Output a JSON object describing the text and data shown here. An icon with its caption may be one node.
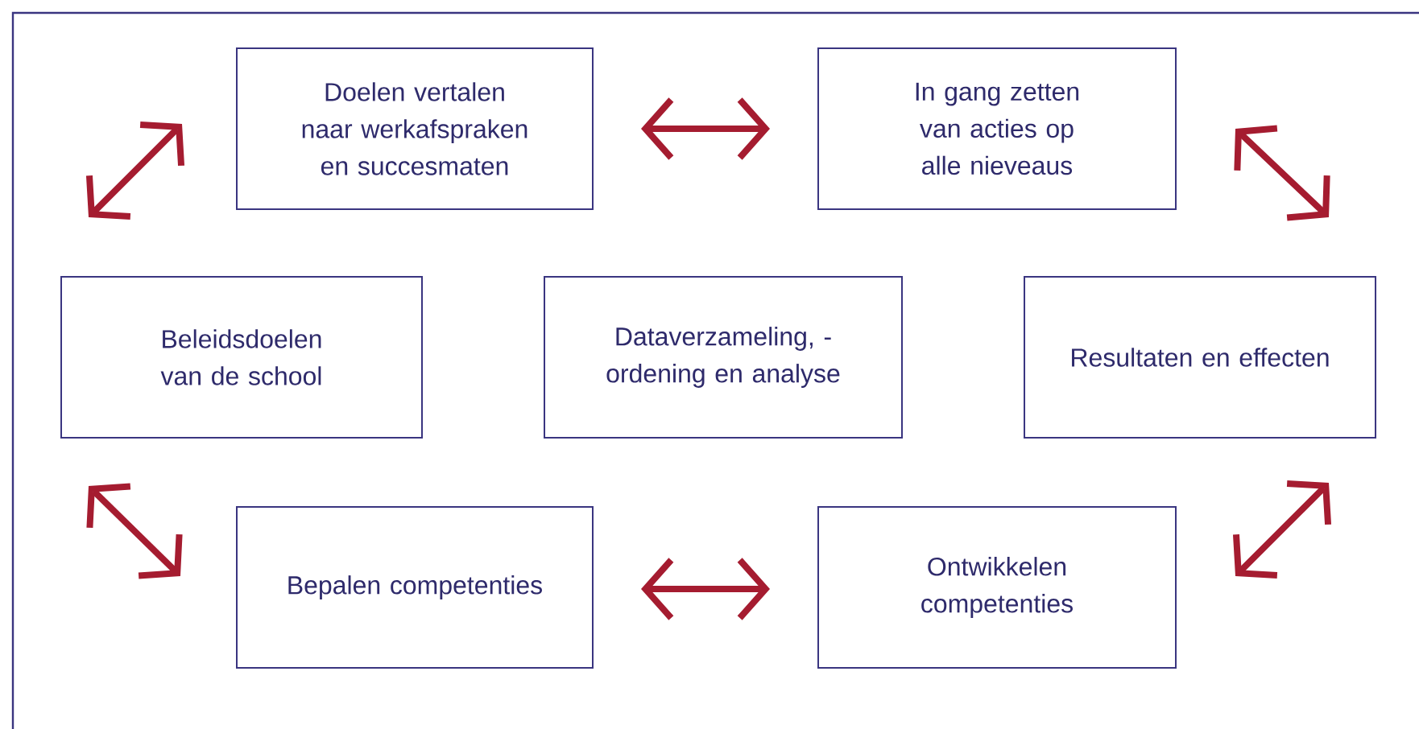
{
  "diagram": {
    "nodes": [
      {
        "text": [
          "Doelen vertalen naar werkafspraken en succesmaten"
        ]
      },
      {
        "text": [
          "In gang zetten van acties op alle nieveaus"
        ]
      },
      {
        "text": [
          "Beleidsdoelen van de school"
        ]
      },
      {
        "text": [
          "Dataverzameling, -ordening en analyse"
        ]
      },
      {
        "text": [
          "Resultaten en effecten"
        ]
      },
      {
        "text": [
          "Bepalen competenties"
        ]
      },
      {
        "text": [
          "Ontwikkelen competenties"
        ]
      }
    ],
    "edges": [
      {
        "from": 0,
        "to": 1,
        "arrow": "both"
      },
      {
        "from": 1,
        "to": 4,
        "arrow": "both"
      },
      {
        "from": 4,
        "to": 6,
        "arrow": "both"
      },
      {
        "from": 6,
        "to": 5,
        "arrow": "both"
      },
      {
        "from": 5,
        "to": 2,
        "arrow": "both"
      },
      {
        "from": 2,
        "to": 0,
        "arrow": "both"
      }
    ]
  }
}
